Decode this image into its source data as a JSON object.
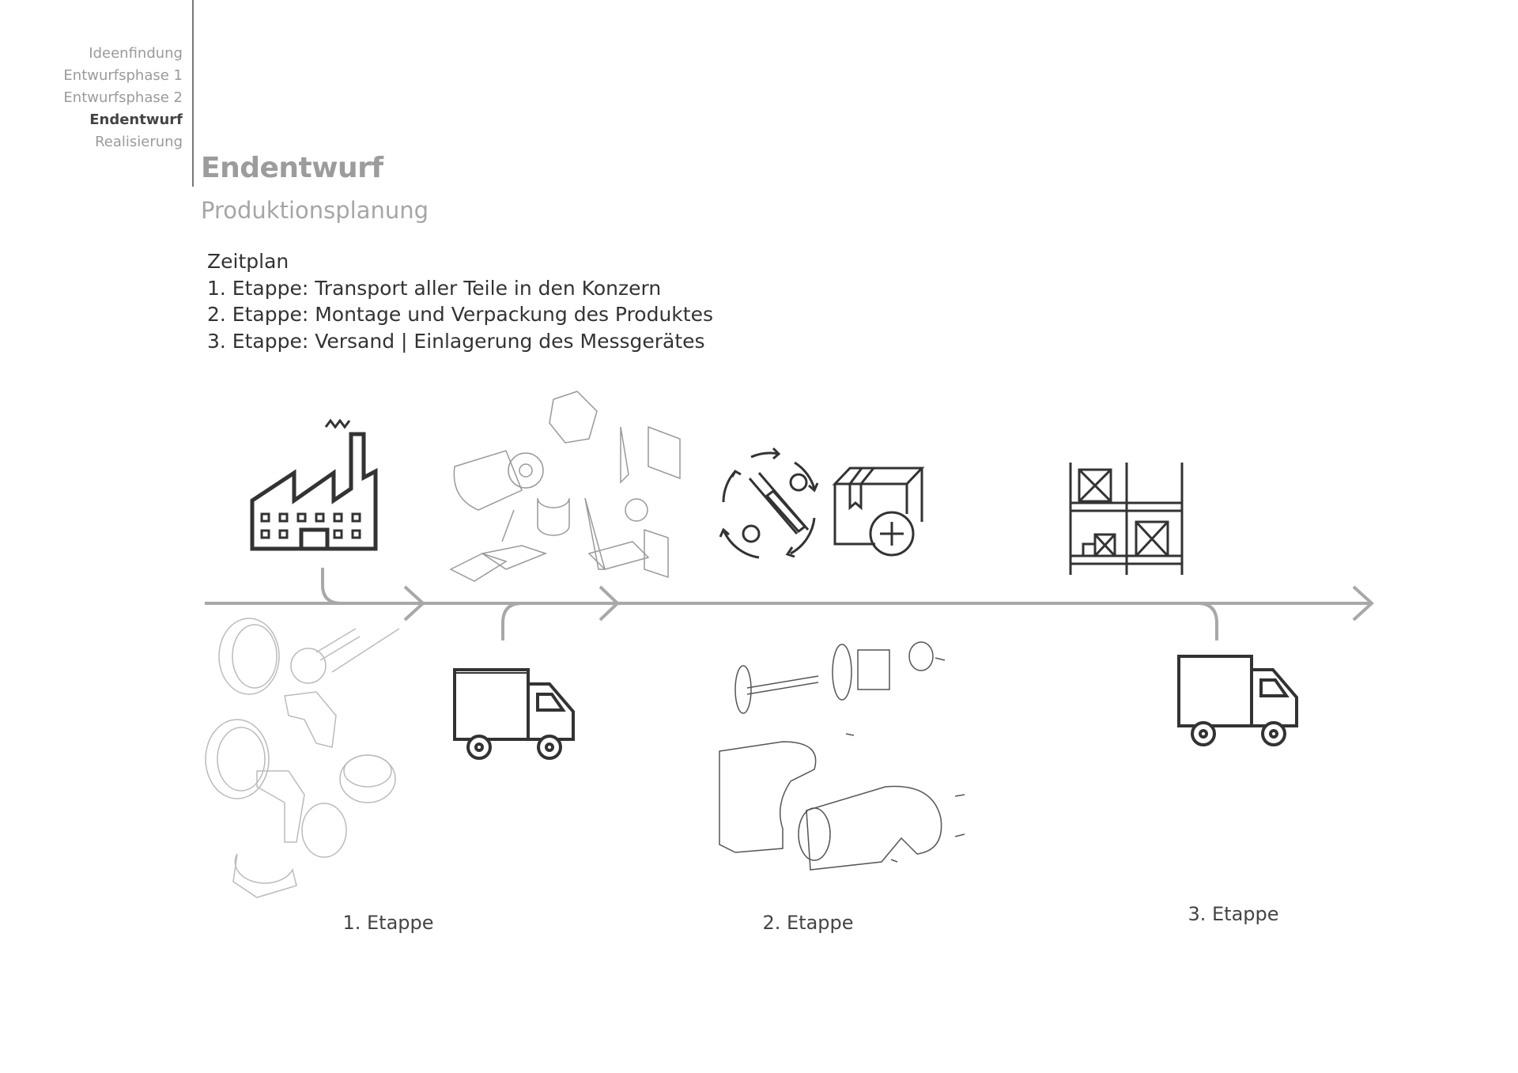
{
  "nav": {
    "items": [
      {
        "label": "Ideenfindung",
        "active": false
      },
      {
        "label": "Entwurfsphase 1",
        "active": false
      },
      {
        "label": "Entwurfsphase 2",
        "active": false
      },
      {
        "label": "Endentwurf",
        "active": true
      },
      {
        "label": "Realisierung",
        "active": false
      }
    ]
  },
  "header": {
    "title": "Endentwurf",
    "subtitle": "Produktionsplanung"
  },
  "plan": {
    "heading": "Zeitplan",
    "lines": [
      "1. Etappe: Transport aller Teile in den Konzern",
      "2. Etappe: Montage und Verpackung des Produktes",
      "3. Etappe: Versand | Einlagerung des Messgerätes"
    ]
  },
  "stages": [
    "1. Etappe",
    "2. Etappe",
    "3. Etappe"
  ],
  "colors": {
    "icon": "#333333",
    "timeline": "#a8a8a8",
    "sketch": "#b5b5b5"
  }
}
